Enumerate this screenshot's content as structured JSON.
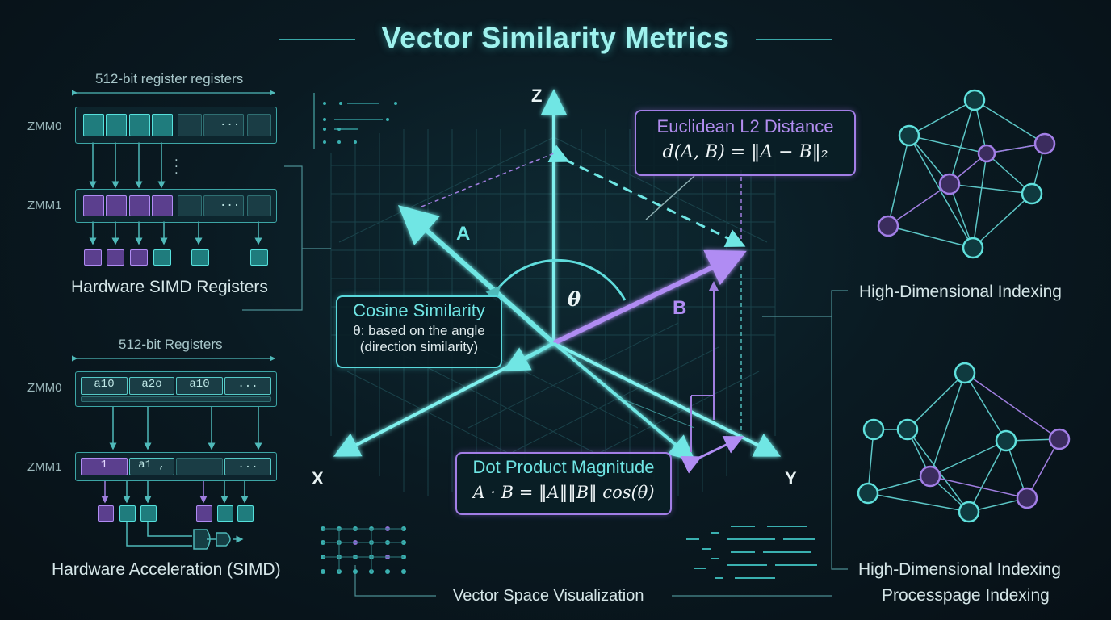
{
  "title": "Vector Similarity Metrics",
  "left": {
    "top_register_caption": "512-bit register registers",
    "top_rows": [
      {
        "name": "ZMM0"
      },
      {
        "name": "ZMM1"
      }
    ],
    "top_ellipsis": "...",
    "top_section_label": "Hardware SIMD Registers",
    "bottom_register_caption": "512-bit Registers",
    "bottom_rows": [
      {
        "name": "ZMM0",
        "cells": [
          "a10",
          "a2o",
          "a10",
          "..."
        ]
      },
      {
        "name": "ZMM1",
        "cells": [
          "1",
          "a1 ,",
          "",
          "..."
        ]
      }
    ],
    "bottom_section_label": "Hardware Acceleration (SIMD)"
  },
  "center": {
    "axes": {
      "x": "X",
      "y": "Y",
      "z": "Z"
    },
    "vectors": {
      "a": "A",
      "b": "B",
      "angle": "θ"
    },
    "euclidean": {
      "heading": "Euclidean L2 Distance",
      "formula": "d(A, B) = ‖A − B‖₂"
    },
    "cosine": {
      "heading": "Cosine Similarity",
      "line1": "θ: based on the angle",
      "line2": "(direction similarity)"
    },
    "dot": {
      "heading": "Dot Product Magnitude",
      "formula": "A · B = ‖A‖‖B‖ cos(θ)"
    },
    "caption": "Vector Space Visualization"
  },
  "right": {
    "top_label": "High-Dimensional Indexing",
    "bottom_label_1": "High-Dimensional Indexing",
    "bottom_label_2": "Processpage Indexing"
  },
  "colors": {
    "accent_cyan": "#59d9dc",
    "accent_purple": "#a27ee6",
    "background": "#0a1a22"
  }
}
